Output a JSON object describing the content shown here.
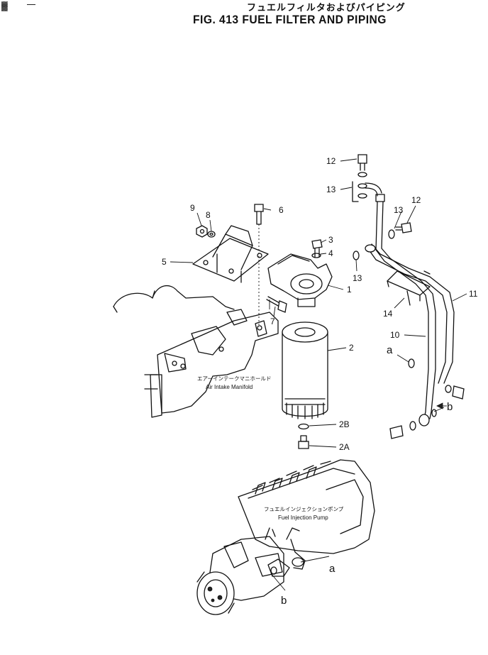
{
  "header": {
    "title_jp": "フュエルフィルタおよびパイピング",
    "title_en": "FIG. 413  FUEL FILTER AND PIPING"
  },
  "annotations": {
    "air_intake_manifold_jp": "エアーインテークマニホールド",
    "air_intake_manifold_en": "Air Intake Manifold",
    "fuel_injection_pump_jp": "フュエルインジェクションポンプ",
    "fuel_injection_pump_en": "Fuel Injection Pump"
  },
  "callouts": {
    "c1": "1",
    "c2": "2",
    "c2a": "2A",
    "c2b": "2B",
    "c3": "3",
    "c4": "4",
    "c5": "5",
    "c6": "6",
    "c7": "7",
    "c8": "8",
    "c9": "9",
    "c10": "10",
    "c11": "11",
    "c12_top": "12",
    "c12_right": "12",
    "c13_top": "13",
    "c13_right": "13",
    "c13_mid": "13",
    "c14": "14",
    "a_right": "a",
    "b_right": "b",
    "a_bottom": "a",
    "b_bottom": "b"
  },
  "icons": {
    "corner": "scan-artifact-icon"
  }
}
